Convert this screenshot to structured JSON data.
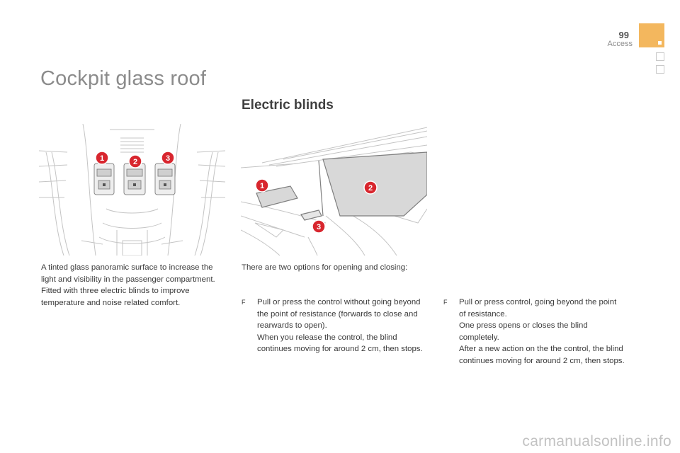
{
  "header": {
    "page_number": "99",
    "section": "Access"
  },
  "title": "Cockpit glass roof",
  "section_title": "Electric blinds",
  "illustration_1": {
    "callouts": [
      "1",
      "2",
      "3"
    ]
  },
  "illustration_2": {
    "callouts": [
      "1",
      "2",
      "3"
    ]
  },
  "intro_lines": [
    "A tinted glass panoramic surface to increase the light and visibility in the passenger compartment.",
    "Fitted with three electric blinds to improve temperature and noise related comfort."
  ],
  "options_intro": "There are two options for opening and closing:",
  "bullet_glyph": "F",
  "bullets": [
    {
      "lines": [
        "Pull or press the control without going beyond the point of resistance (forwards to close and rearwards to open).",
        "When you release the control, the blind continues moving for around 2 cm, then stops."
      ]
    },
    {
      "lines": [
        "Pull or press control, going beyond the point of resistance.",
        "One press opens or closes the blind completely.",
        "After a new action on the the control, the blind continues moving for around 2 cm, then stops."
      ]
    }
  ],
  "watermark": "carmanualsonline.info",
  "colors": {
    "accent_orange": "#f3b75e",
    "callout_red": "#d8262e",
    "title_gray": "#8b8b8b",
    "text": "#3a3a3a"
  }
}
